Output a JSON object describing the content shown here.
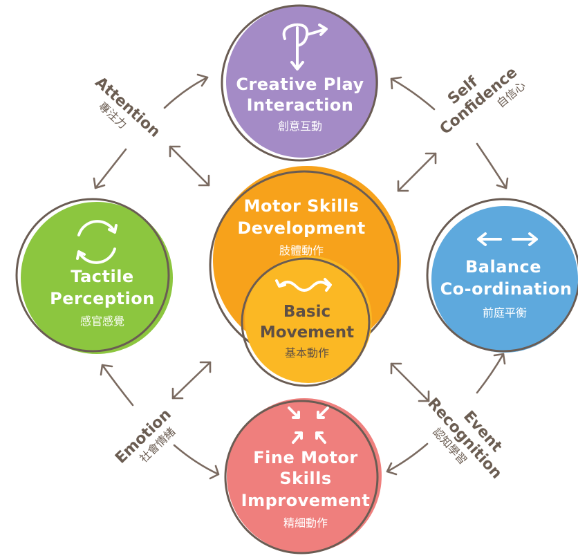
{
  "colors": {
    "creative": "#a48bc6",
    "tactile": "#8cc63f",
    "motor": "#f7a21b",
    "basic": "#fbb824",
    "balance": "#5ea9dd",
    "fine": "#ef7f7d",
    "ink": "#6b5d52"
  },
  "circles": {
    "creative": {
      "title_line1": "Creative Play",
      "title_line2": "Interaction",
      "subtitle": "創意互動",
      "icon": "hand-gesture-icon"
    },
    "tactile": {
      "title_line1": "Tactile",
      "title_line2": "Perception",
      "subtitle": "感官感覺",
      "icon": "cycle-arrows-icon"
    },
    "motor": {
      "title_line1": "Motor Skills",
      "title_line2": "Development",
      "subtitle": "肢體動作"
    },
    "basic": {
      "title_line1": "Basic",
      "title_line2": "Movement",
      "subtitle": "基本動作",
      "icon": "wave-arrows-icon"
    },
    "balance": {
      "title_line1": "Balance",
      "title_line2": "Co-ordination",
      "subtitle": "前庭平衡",
      "icon": "left-right-arrows-icon"
    },
    "fine": {
      "title_line1": "Fine Motor",
      "title_line2": "Skills",
      "title_line3": "Improvement",
      "subtitle": "精細動作",
      "icon": "converging-arrows-icon"
    }
  },
  "links": {
    "attention": {
      "label": "Attention",
      "subtitle": "專注力"
    },
    "confidence": {
      "label_line1": "Self",
      "label_line2": "Confidence",
      "subtitle": "自信心"
    },
    "emotion": {
      "label": "Emotion",
      "subtitle": "社會情緒"
    },
    "recognition": {
      "label_line1": "Event",
      "label_line2": "Recognition",
      "subtitle": "認知學習"
    }
  }
}
